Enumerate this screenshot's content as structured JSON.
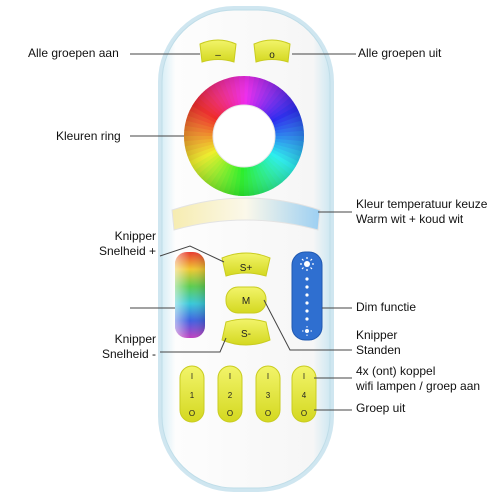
{
  "labels": {
    "all_on": "Alle groepen aan",
    "all_off": "Alle groepen uit",
    "color_ring": "Kleuren ring",
    "color_temp_line1": "Kleur temperatuur keuze",
    "color_temp_line2": "Warm wit + koud wit",
    "speed_up_line1": "Knipper",
    "speed_up_line2": "Snelheid +",
    "dim": "Dim functie",
    "speed_down_line1": "Knipper",
    "speed_down_line2": "Snelheid -",
    "modes_line1": "Knipper",
    "modes_line2": "Standen",
    "group_on_line1": "4x (ont) koppel",
    "group_on_line2": "wifi lampen / groep aan",
    "group_off": "Groep uit"
  },
  "buttons": {
    "all_on": "–",
    "all_off": "o",
    "speed_plus": "S+",
    "mode": "M",
    "speed_minus": "S-"
  },
  "groups": [
    {
      "on": "I",
      "num": "1",
      "off": "O"
    },
    {
      "on": "I",
      "num": "2",
      "off": "O"
    },
    {
      "on": "I",
      "num": "3",
      "off": "O"
    },
    {
      "on": "I",
      "num": "4",
      "off": "O"
    }
  ],
  "colors": {
    "button_yellow": "#e6e830",
    "remote_body": "#f7f7f7",
    "remote_edge": "#a8d8ea",
    "dim_bar": "#2f6fd0",
    "leader_line": "#444444"
  },
  "icons": [
    "sun-bright-icon",
    "sun-dim-icon"
  ]
}
